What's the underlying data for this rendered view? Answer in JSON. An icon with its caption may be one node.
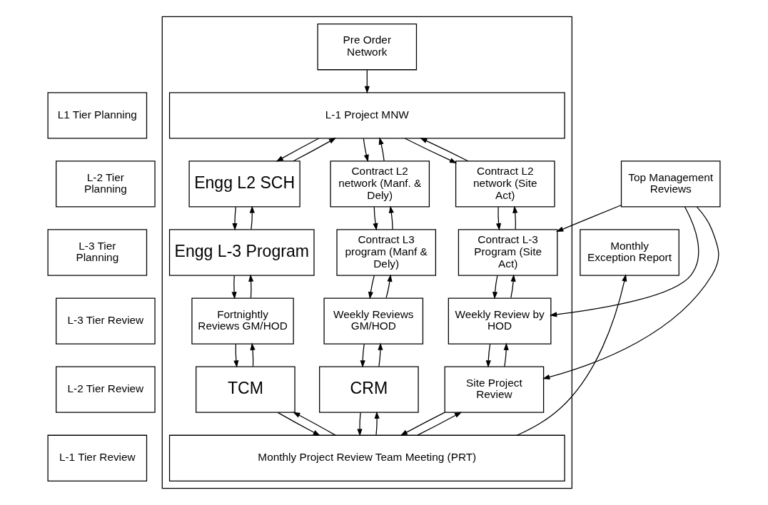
{
  "diagram": {
    "nodes": [
      {
        "text": [],
        "shape": "box"
      },
      {
        "text": [
          "Pre Order Network"
        ],
        "in": 0
      },
      {
        "text": [
          "L-1 Project MNW"
        ],
        "in": 0
      },
      {
        "text": [
          "Engg L2 SCH"
        ],
        "in": 0
      },
      {
        "text": [
          "Contract L2 network (Manf. & Dely)"
        ],
        "in": 0
      },
      {
        "text": [
          "Contract L2 network (Site Act)"
        ],
        "in": 0
      },
      {
        "text": [
          "Engg L-3 Program"
        ],
        "in": 0
      },
      {
        "text": [
          "Contract L3 program (Manf & Dely)"
        ],
        "in": 0
      },
      {
        "text": [
          "Contract L-3 Program (Site Act)"
        ],
        "in": 0
      },
      {
        "text": [
          "Fortnightly Reviews GM/HOD"
        ],
        "in": 0
      },
      {
        "text": [
          "Weekly Reviews GM/HOD"
        ],
        "in": 0
      },
      {
        "text": [
          "Weekly Review by HOD"
        ],
        "in": 0
      },
      {
        "text": [
          "TCM"
        ],
        "in": 0
      },
      {
        "text": [
          "CRM"
        ],
        "in": 0
      },
      {
        "text": [
          "Site Project Review"
        ],
        "in": 0
      },
      {
        "text": [
          "Monthly Project Review Team Meeting (PRT)"
        ],
        "in": 0
      },
      {
        "text": [
          "L1 Tier Planning"
        ]
      },
      {
        "text": [
          "L-2 Tier Planning"
        ]
      },
      {
        "text": [
          "L-3 Tier Planning"
        ]
      },
      {
        "text": [
          "L-3 Tier Review"
        ]
      },
      {
        "text": [
          "L-2 Tier Review"
        ]
      },
      {
        "text": [
          "L-1 Tier Review"
        ]
      },
      {
        "text": [
          "Top Management Reviews"
        ]
      },
      {
        "text": [
          "Monthly Exception Report"
        ]
      }
    ],
    "edges": [
      {
        "from": 1,
        "to": 2,
        "arrow": "to"
      },
      {
        "from": 3,
        "to": 2,
        "arrow": "to"
      },
      {
        "from": 2,
        "to": 3,
        "arrow": "to"
      },
      {
        "from": 4,
        "to": 2,
        "arrow": "to"
      },
      {
        "from": 2,
        "to": 4,
        "arrow": "to"
      },
      {
        "from": 5,
        "to": 2,
        "arrow": "to"
      },
      {
        "from": 2,
        "to": 5,
        "arrow": "to"
      },
      {
        "from": 6,
        "to": 3,
        "arrow": "to"
      },
      {
        "from": 3,
        "to": 6,
        "arrow": "to"
      },
      {
        "from": 7,
        "to": 4,
        "arrow": "to"
      },
      {
        "from": 4,
        "to": 7,
        "arrow": "to"
      },
      {
        "from": 8,
        "to": 5,
        "arrow": "to"
      },
      {
        "from": 5,
        "to": 8,
        "arrow": "to"
      },
      {
        "from": 9,
        "to": 6,
        "arrow": "to"
      },
      {
        "from": 6,
        "to": 9,
        "arrow": "to"
      },
      {
        "from": 10,
        "to": 7,
        "arrow": "to"
      },
      {
        "from": 7,
        "to": 10,
        "arrow": "to"
      },
      {
        "from": 11,
        "to": 8,
        "arrow": "to"
      },
      {
        "from": 8,
        "to": 11,
        "arrow": "to"
      },
      {
        "from": 12,
        "to": 9,
        "arrow": "to"
      },
      {
        "from": 9,
        "to": 12,
        "arrow": "to"
      },
      {
        "from": 13,
        "to": 10,
        "arrow": "to"
      },
      {
        "from": 10,
        "to": 13,
        "arrow": "to"
      },
      {
        "from": 14,
        "to": 11,
        "arrow": "to"
      },
      {
        "from": 11,
        "to": 14,
        "arrow": "to"
      },
      {
        "from": 15,
        "to": 12,
        "arrow": "to"
      },
      {
        "from": 12,
        "to": 15,
        "arrow": "to"
      },
      {
        "from": 15,
        "to": 13,
        "arrow": "to"
      },
      {
        "from": 13,
        "to": 15,
        "arrow": "to"
      },
      {
        "from": 15,
        "to": 14,
        "arrow": "to"
      },
      {
        "from": 14,
        "to": 15,
        "arrow": "to"
      },
      {
        "from": 22,
        "to": 8,
        "arrow": "to"
      },
      {
        "from": 22,
        "to": 11,
        "arrow": "to"
      },
      {
        "from": 22,
        "to": 14,
        "arrow": "to"
      },
      {
        "from": 15,
        "to": 23,
        "arrow": "to"
      }
    ]
  }
}
